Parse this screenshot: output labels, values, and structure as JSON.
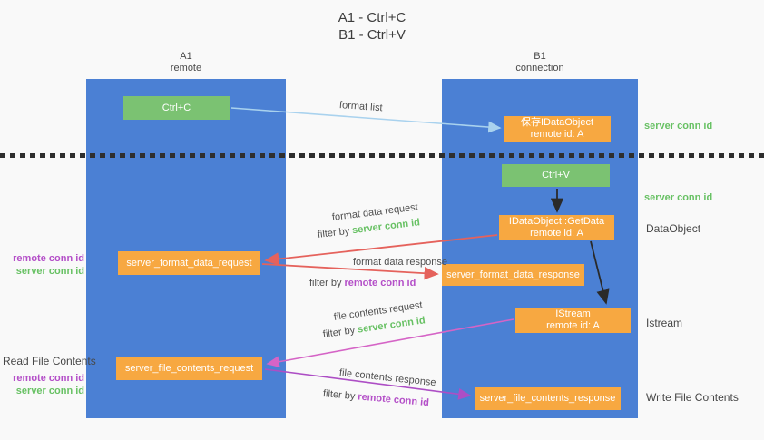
{
  "title": {
    "line1": "A1 - Ctrl+C",
    "line2": "B1 - Ctrl+V"
  },
  "lanes": {
    "a": {
      "name": "A1",
      "subtitle": "remote"
    },
    "b": {
      "name": "B1",
      "subtitle": "connection"
    }
  },
  "nodes": {
    "ctrl_c": "Ctrl+C",
    "ctrl_v": "Ctrl+V",
    "save_dataobject": {
      "line1": "保存IDataObject",
      "line2": "remote id: A"
    },
    "getdata": {
      "line1": "IDataObject::GetData",
      "line2": "remote id: A"
    },
    "istream": {
      "line1": "IStream",
      "line2": "remote id: A"
    },
    "format_request": "server_format_data_request",
    "format_response": "server_format_data_response",
    "file_request": "server_file_contents_request",
    "file_response": "server_file_contents_response"
  },
  "edge_labels": {
    "format_list": "format list",
    "format_data_request": "format data request",
    "format_data_response": "format data response",
    "file_contents_request": "file contents request",
    "file_contents_response": "file contents response",
    "filter_by": "filter by",
    "server_conn_id": "server conn id",
    "remote_conn_id": "remote conn id"
  },
  "side_labels": {
    "server_conn_id": "server conn id",
    "remote_conn_id": "remote conn id",
    "dataobject": "DataObject",
    "istream": "Istream",
    "read_file_contents": "Read File Contents",
    "write_file_contents": "Write File Contents"
  },
  "colors": {
    "lane_blue": "#4b80d4",
    "node_green": "#7bc272",
    "node_orange": "#f7a841",
    "arrow_light_blue": "#a9d2ee",
    "arrow_red": "#e5625c",
    "arrow_black": "#2a2a2a",
    "arrow_pink": "#d564c6",
    "arrow_purple": "#ad4ec5",
    "label_green": "#68c164",
    "label_purple": "#b44fc8",
    "background": "#f9f9f9"
  }
}
